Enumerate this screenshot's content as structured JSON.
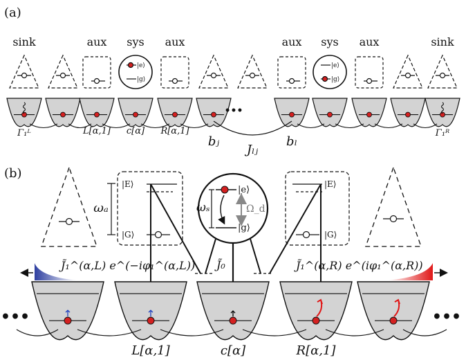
{
  "panel_a": {
    "label": "(a)",
    "top_labels": [
      "sink",
      "aux",
      "sys",
      "aux",
      "aux",
      "sys",
      "aux",
      "sink"
    ],
    "state_e": "|e⟩",
    "state_g": "|g⟩",
    "bottom_labels": {
      "gamma_left": "Γ₁ᴸ",
      "left_aux": "L[α,1]",
      "center": "c[α]",
      "right_aux": "R[α,1]",
      "gamma_right": "Γ₁ᴿ",
      "bj": "bⱼ",
      "bl": "bₗ",
      "coupling": "Jₗⱼ"
    },
    "ellipsis": "•••"
  },
  "panel_b": {
    "label": "(b)",
    "state_E": "|E⟩",
    "state_G": "|G⟩",
    "state_e": "|e⟩",
    "state_g": "|g⟩",
    "omega_a": "ωₐ",
    "omega_s": "ωₛ",
    "omega_d": "Ω_d",
    "J0": "J̃₀",
    "coupling_left": "J̃₁^(α,L) e^(−iφ₁^(α,L))",
    "coupling_right": "J̃₁^(α,R) e^(iφ₁^(α,R))",
    "bottom_labels": {
      "left": "L[α,1]",
      "center": "c[α]",
      "right": "R[α,1]"
    },
    "ellipsis": "•••"
  },
  "colors": {
    "atom_red": "#d42020",
    "well_fill": "#d3d3d3",
    "blue_sink": "#2e3fa0",
    "red_sink": "#e01818",
    "arrow_blue": "#2040c0"
  }
}
